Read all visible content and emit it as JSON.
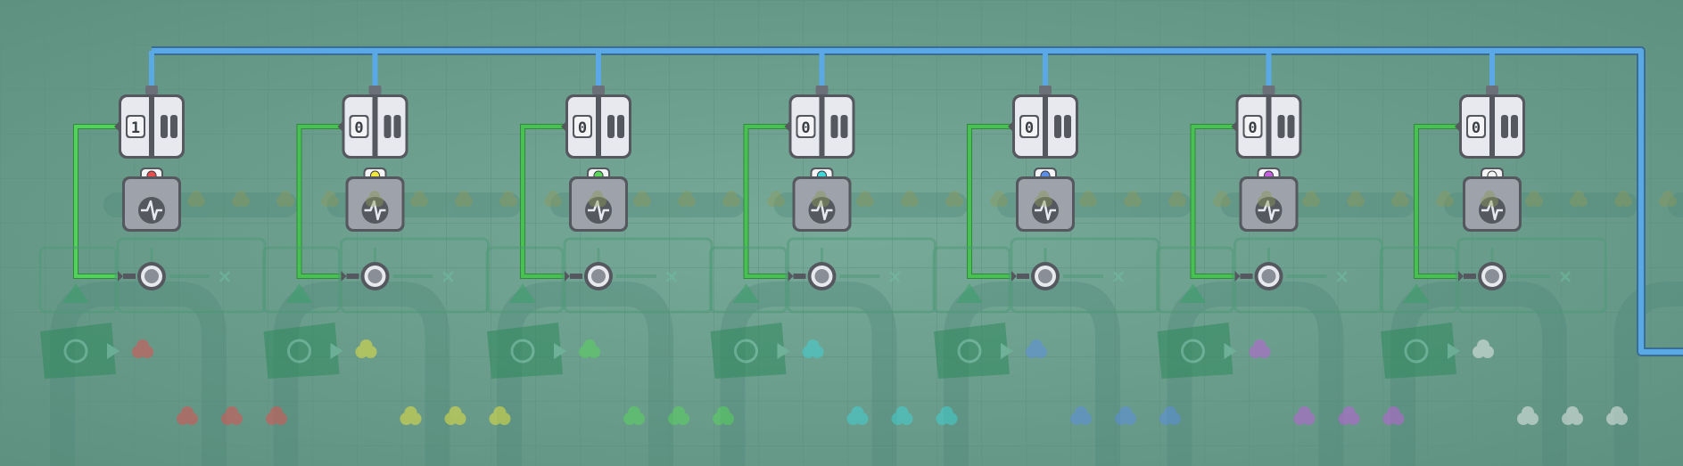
{
  "game": {
    "wire_color": "#5aa8e6",
    "signal_color": "#52d25a",
    "background": "#6a9c8c",
    "grid_color": "#5f8f80"
  },
  "modules": [
    {
      "counter": "1",
      "color": "#e84c4c",
      "color_name": "red"
    },
    {
      "counter": "0",
      "color": "#f0e83a",
      "color_name": "yellow"
    },
    {
      "counter": "0",
      "color": "#58d958",
      "color_name": "green"
    },
    {
      "counter": "0",
      "color": "#3fd6d8",
      "color_name": "cyan"
    },
    {
      "counter": "0",
      "color": "#5b8fe6",
      "color_name": "blue"
    },
    {
      "counter": "0",
      "color": "#c65ce0",
      "color_name": "purple"
    },
    {
      "counter": "0",
      "color": "#f2f2f2",
      "color_name": "white"
    }
  ]
}
